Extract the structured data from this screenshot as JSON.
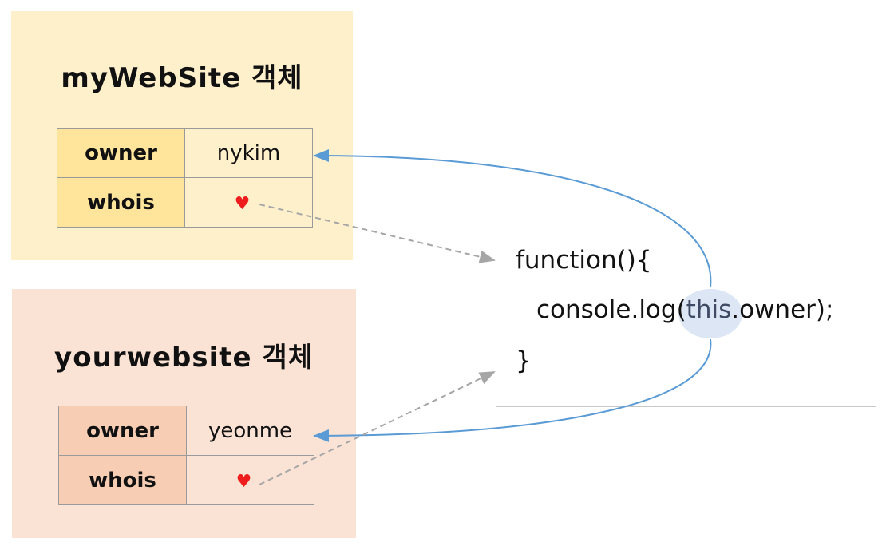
{
  "objects": [
    {
      "title": "myWebSite 객체",
      "rows": [
        {
          "key": "owner",
          "value": "nykim"
        },
        {
          "key": "whois",
          "value": "♥"
        }
      ]
    },
    {
      "title": "yourwebsite 객체",
      "rows": [
        {
          "key": "owner",
          "value": "yeonme"
        },
        {
          "key": "whois",
          "value": "♥"
        }
      ]
    }
  ],
  "function": {
    "line1": "function(){",
    "line2_prefix": "console.log(",
    "line2_this": "this",
    "line2_suffix": ".owner);",
    "line3": "}"
  },
  "colors": {
    "panel1_bg": "#FFF0CC",
    "panel1_key_bg": "#FFE49C",
    "panel2_bg": "#FAE3D5",
    "panel2_key_bg": "#F7CDB4",
    "heart": "#EE1C1C",
    "solid_arrow": "#5B9BD5",
    "dashed_arrow": "#A6A6A6"
  }
}
